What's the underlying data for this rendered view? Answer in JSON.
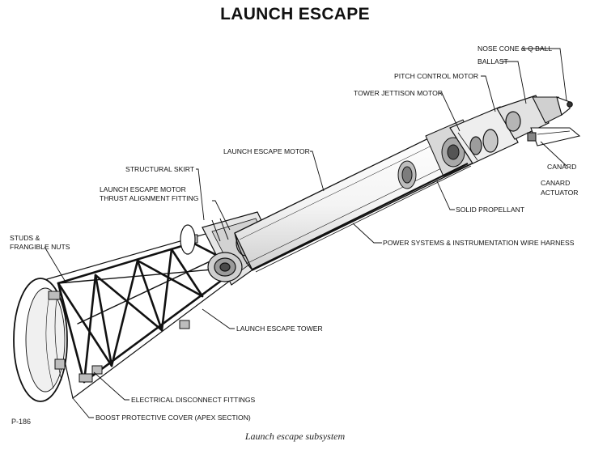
{
  "title": "LAUNCH ESCAPE",
  "labels": {
    "nose_cone": "NOSE CONE & Q BALL",
    "ballast": "BALLAST",
    "pitch_control_motor": "PITCH CONTROL MOTOR",
    "tower_jettison_motor": "TOWER JETTISON MOTOR",
    "launch_escape_motor": "LAUNCH ESCAPE MOTOR",
    "structural_skirt": "STRUCTURAL SKIRT",
    "thrust_alignment_1": "LAUNCH ESCAPE MOTOR",
    "thrust_alignment_2": "THRUST ALIGNMENT FITTING",
    "canard": "CANARD",
    "canard_actuator_1": "CANARD",
    "canard_actuator_2": "ACTUATOR",
    "solid_propellant": "SOLID PROPELLANT",
    "wire_harness": "POWER SYSTEMS & INSTRUMENTATION WIRE HARNESS",
    "studs_1": "STUDS &",
    "studs_2": "FRANGIBLE NUTS",
    "launch_escape_tower": "LAUNCH ESCAPE TOWER",
    "electrical_disconnect": "ELECTRICAL DISCONNECT FITTINGS",
    "boost_cover": "BOOST PROTECTIVE COVER (APEX SECTION)"
  },
  "plate_number": "P-186",
  "caption": "Launch escape subsystem"
}
